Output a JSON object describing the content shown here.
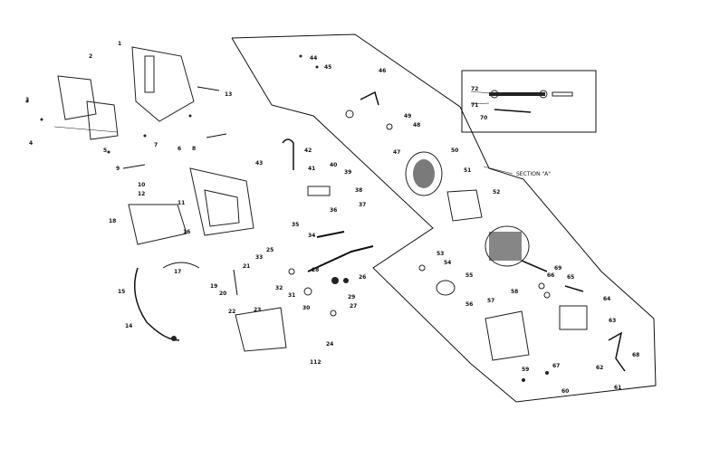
{
  "diagram": {
    "section_label": "SECTION \"A\"",
    "callouts": [
      "1",
      "2",
      "3",
      "4",
      "5",
      "6",
      "7",
      "8",
      "9",
      "10",
      "11",
      "12",
      "13",
      "14",
      "15",
      "16",
      "17",
      "18",
      "19",
      "20",
      "21",
      "22",
      "23",
      "24",
      "25",
      "26",
      "27",
      "28",
      "29",
      "30",
      "31",
      "32",
      "33",
      "34",
      "35",
      "36",
      "37",
      "38",
      "39",
      "40",
      "41",
      "42",
      "43",
      "44",
      "45",
      "46",
      "47",
      "48",
      "49",
      "50",
      "51",
      "52",
      "53",
      "54",
      "55",
      "56",
      "57",
      "58",
      "59",
      "60",
      "61",
      "62",
      "63",
      "64",
      "65",
      "66",
      "67",
      "68",
      "69",
      "70",
      "71",
      "72",
      "112"
    ]
  }
}
